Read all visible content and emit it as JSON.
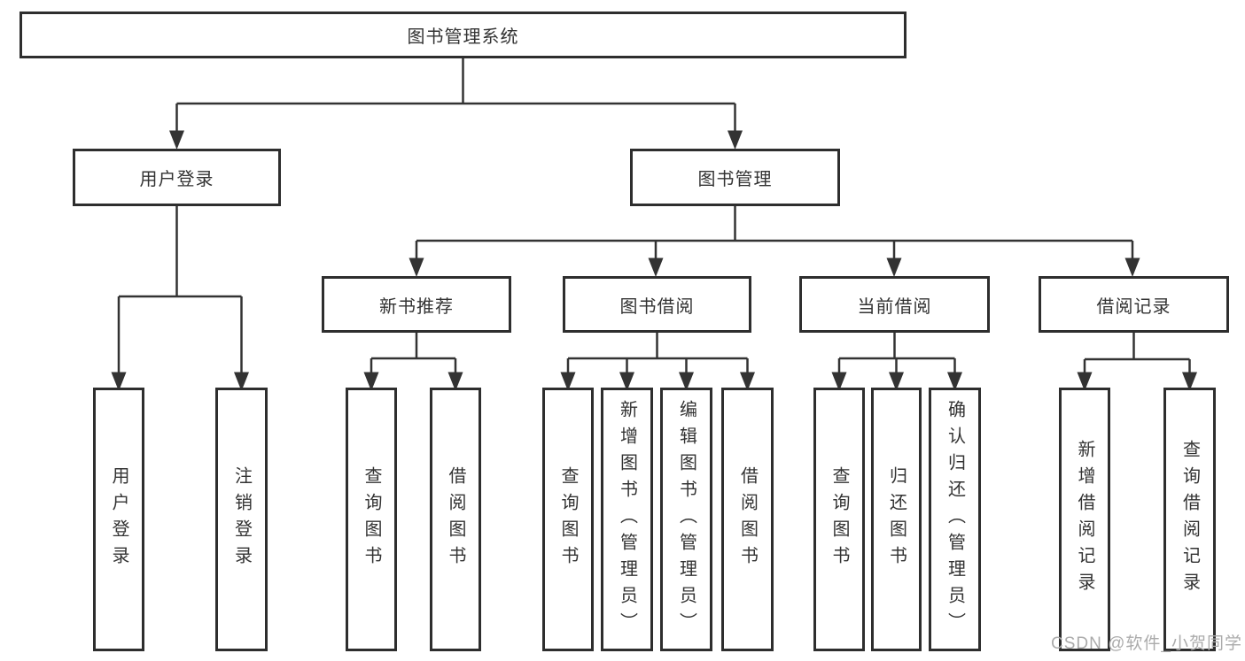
{
  "tree": {
    "root": {
      "label": "图书管理系统"
    },
    "user_login": {
      "label": "用户登录",
      "children": [
        {
          "label": "用户登录"
        },
        {
          "label": "注销登录"
        }
      ]
    },
    "book_management": {
      "label": "图书管理",
      "children": [
        {
          "label": "新书推荐",
          "children": [
            {
              "label": "查询图书"
            },
            {
              "label": "借阅图书"
            }
          ]
        },
        {
          "label": "图书借阅",
          "children": [
            {
              "label": "查询图书"
            },
            {
              "label": "新增图书（管理员）"
            },
            {
              "label": "编辑图书（管理员）"
            },
            {
              "label": "借阅图书"
            }
          ]
        },
        {
          "label": "当前借阅",
          "children": [
            {
              "label": "查询图书"
            },
            {
              "label": "归还图书"
            },
            {
              "label": "确认归还（管理员）"
            }
          ]
        },
        {
          "label": "借阅记录",
          "children": [
            {
              "label": "新增借阅记录"
            },
            {
              "label": "查询借阅记录"
            }
          ]
        }
      ]
    }
  },
  "watermark": "CSDN @软件_小贺同学",
  "colors": {
    "line": "#333333",
    "box_border": "#2e2e2e",
    "text": "#333333",
    "watermark": "#ababab",
    "background": "#ffffff"
  }
}
